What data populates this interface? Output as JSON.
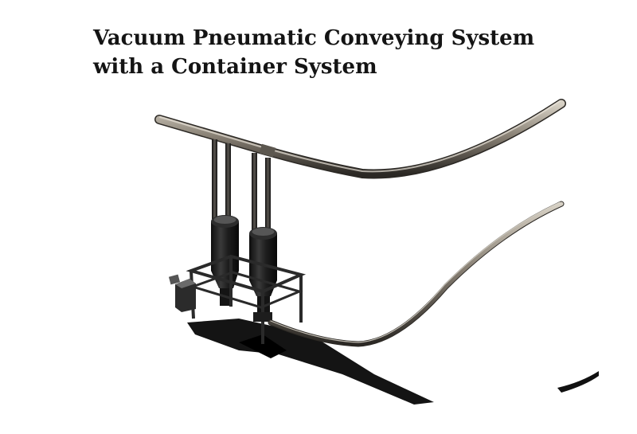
{
  "title": {
    "line1": "Vacuum Pneumatic Conveying System",
    "line2": "with a Container System"
  },
  "colors": {
    "background": "#ffffff",
    "title_text": "#141414",
    "pipe_metal": "#8a8276",
    "pipe_dark": "#2b2824",
    "receiver_body": "#1c1c1c",
    "frame": "#2a2a2a",
    "shadow": "#000000"
  },
  "illustration": {
    "parts": [
      "upper-conveying-pipe",
      "lower-conveying-pipe",
      "vertical-pipes",
      "receiver-cylinders",
      "support-frame",
      "blower-unit",
      "ground-shadow"
    ]
  }
}
